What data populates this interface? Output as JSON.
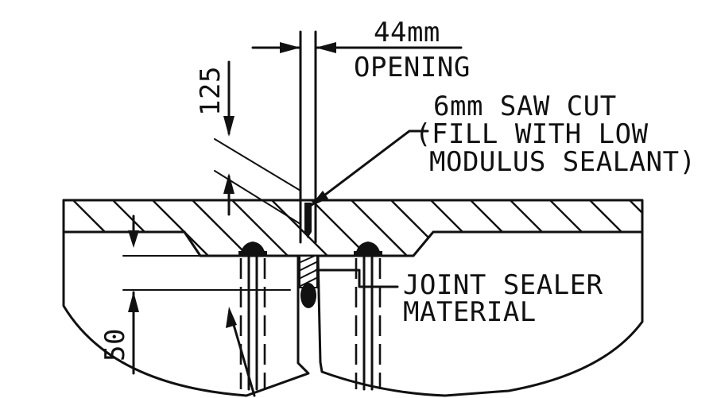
{
  "labels": {
    "opening_dimension": "44mm",
    "opening_text": "OPENING",
    "saw_cut_line1": "6mm SAW CUT",
    "saw_cut_line2": "(FILL WITH LOW",
    "saw_cut_line3": "MODULUS SEALANT)",
    "joint_sealer_line1": "JOINT SEALER",
    "joint_sealer_line2": "MATERIAL",
    "dim_125": "125",
    "dim_50": "50"
  },
  "colors": {
    "line": "#111111",
    "background": "#ffffff"
  }
}
